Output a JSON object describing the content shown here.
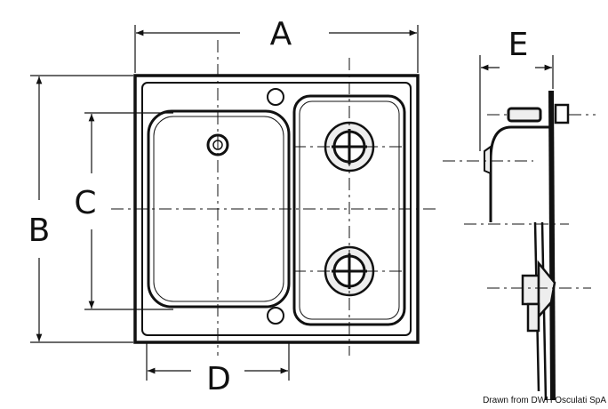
{
  "labels": {
    "a": "A",
    "b": "B",
    "c": "C",
    "d": "D",
    "e": "E"
  },
  "credit": "Drawn from DWH Osculati SpA",
  "colors": {
    "ink": "#111111",
    "fill": "#eeeeee"
  }
}
